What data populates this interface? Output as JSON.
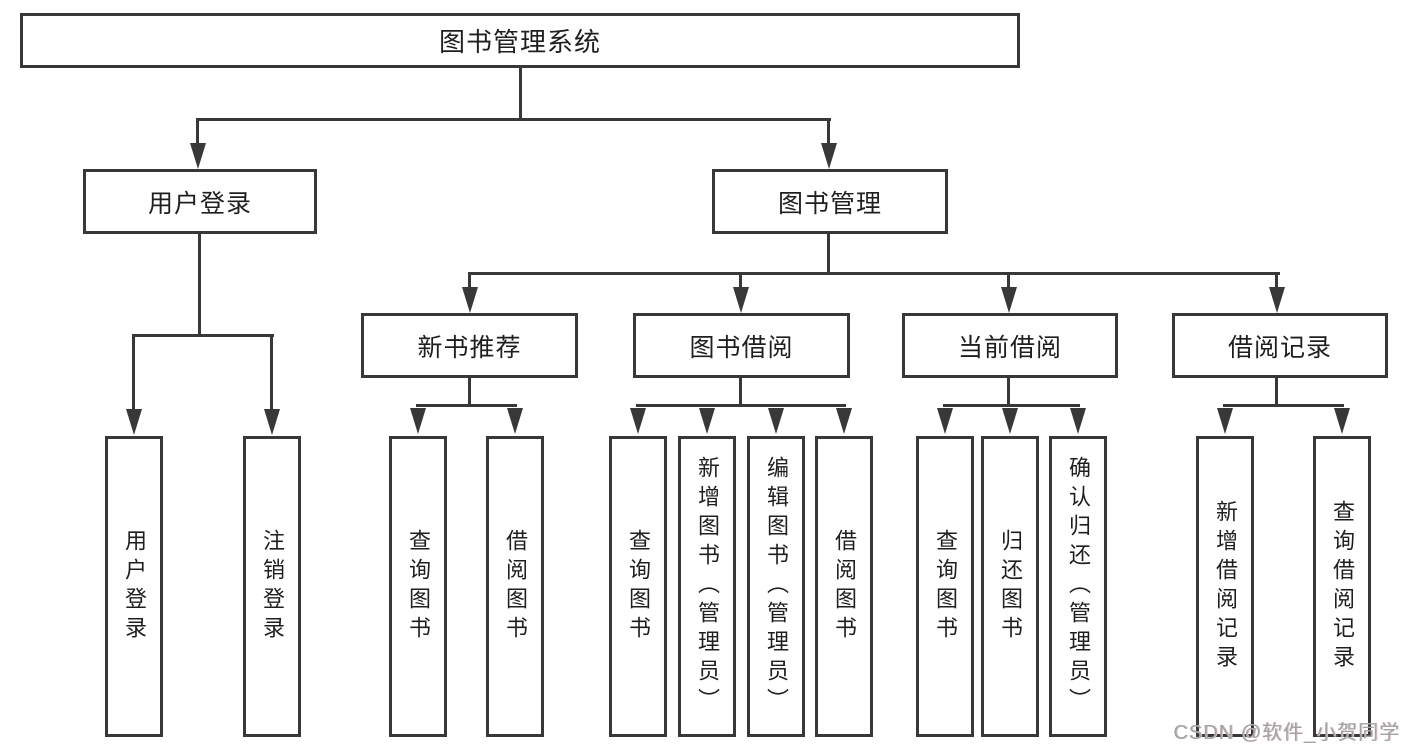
{
  "tree": {
    "root": {
      "label": "图书管理系统"
    },
    "branches": [
      {
        "label": "用户登录",
        "children": [
          {
            "label": "用户登录"
          },
          {
            "label": "注销登录"
          }
        ]
      },
      {
        "label": "图书管理",
        "children": [
          {
            "label": "新书推荐",
            "children": [
              {
                "label": "查询图书"
              },
              {
                "label": "借阅图书"
              }
            ]
          },
          {
            "label": "图书借阅",
            "children": [
              {
                "label": "查询图书"
              },
              {
                "label": "新增图书（管理员）"
              },
              {
                "label": "编辑图书（管理员）"
              },
              {
                "label": "借阅图书"
              }
            ]
          },
          {
            "label": "当前借阅",
            "children": [
              {
                "label": "查询图书"
              },
              {
                "label": "归还图书"
              },
              {
                "label": "确认归还（管理员）"
              }
            ]
          },
          {
            "label": "借阅记录",
            "children": [
              {
                "label": "新增借阅记录"
              },
              {
                "label": "查询借阅记录"
              }
            ]
          }
        ]
      }
    ]
  },
  "watermark": {
    "text": "CSDN @软件_小贺同学"
  },
  "colors": {
    "line": "#383838",
    "box_border": "#383838",
    "text": "#1f1f1f",
    "watermark": "#a3a3a3",
    "background": "#ffffff"
  }
}
